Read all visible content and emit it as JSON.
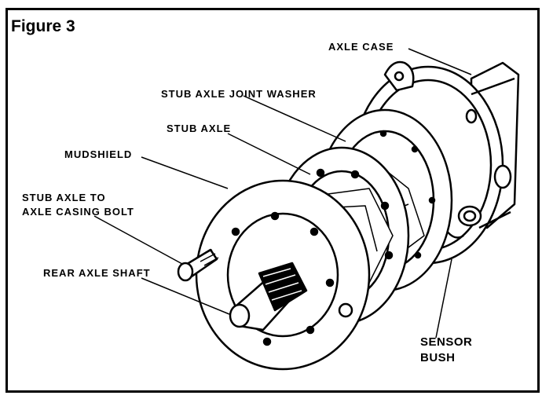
{
  "figure": {
    "title": "Figure 3"
  },
  "labels": {
    "axle_case": "AXLE CASE",
    "stub_axle_joint_washer": "STUB AXLE JOINT WASHER",
    "stub_axle": "STUB AXLE",
    "mudshield": "MUDSHIELD",
    "bolt_line1": "STUB AXLE TO",
    "bolt_line2": "AXLE CASING BOLT",
    "rear_axle_shaft": "REAR AXLE SHAFT",
    "sensor_bush_line1": "SENSOR",
    "sensor_bush_line2": "BUSH"
  },
  "colors": {
    "ink": "#000000",
    "paper": "#ffffff"
  }
}
